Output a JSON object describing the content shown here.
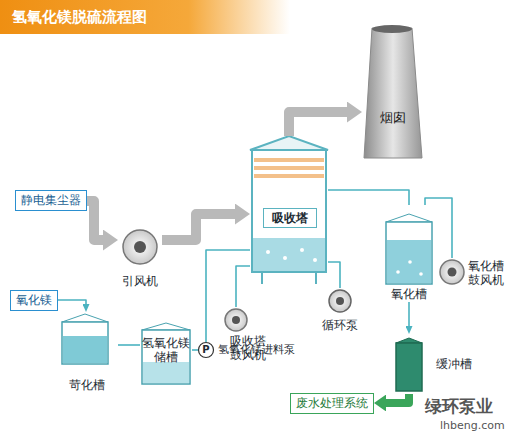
{
  "diagram": {
    "title": "氢氧化镁脱硫流程图",
    "nodes": [
      {
        "text": [
          "静电集尘器"
        ]
      },
      {
        "text": [
          "引风机"
        ]
      },
      {
        "text": [
          "吸收塔"
        ]
      },
      {
        "text": [
          "烟囱"
        ]
      },
      {
        "text": [
          "氧化镁"
        ]
      },
      {
        "text": [
          "苛化槽"
        ]
      },
      {
        "text": [
          "氢氧化镁 储槽"
        ]
      },
      {
        "text": [
          "P",
          "氢氧化镁进料泵"
        ]
      },
      {
        "text": [
          "吸收塔 鼓风机"
        ]
      },
      {
        "text": [
          "循环泵"
        ]
      },
      {
        "text": [
          "氧化槽"
        ]
      },
      {
        "text": [
          "氧化槽 鼓风机"
        ]
      },
      {
        "text": [
          "缓冲槽"
        ]
      },
      {
        "text": [
          "废水处理系统"
        ]
      }
    ],
    "edges": [
      {
        "from": 0,
        "to": 1,
        "arrow": "to"
      },
      {
        "from": 1,
        "to": 2,
        "arrow": "to"
      },
      {
        "from": 2,
        "to": 3,
        "arrow": "to"
      },
      {
        "from": 4,
        "to": 5,
        "arrow": "to"
      },
      {
        "from": 5,
        "to": 6,
        "arrow": "none"
      },
      {
        "from": 6,
        "to": 7,
        "arrow": "none"
      },
      {
        "from": 7,
        "to": 2,
        "arrow": "none"
      },
      {
        "from": 8,
        "to": 2,
        "arrow": "none"
      },
      {
        "from": 9,
        "to": 2,
        "arrow": "none"
      },
      {
        "from": 2,
        "to": 10,
        "arrow": "none"
      },
      {
        "from": 11,
        "to": 10,
        "arrow": "none"
      },
      {
        "from": 10,
        "to": 12,
        "arrow": "to"
      },
      {
        "from": 12,
        "to": 13,
        "arrow": "to"
      }
    ],
    "labels": [
      "绿环泵业",
      "lhbeng.com"
    ]
  }
}
